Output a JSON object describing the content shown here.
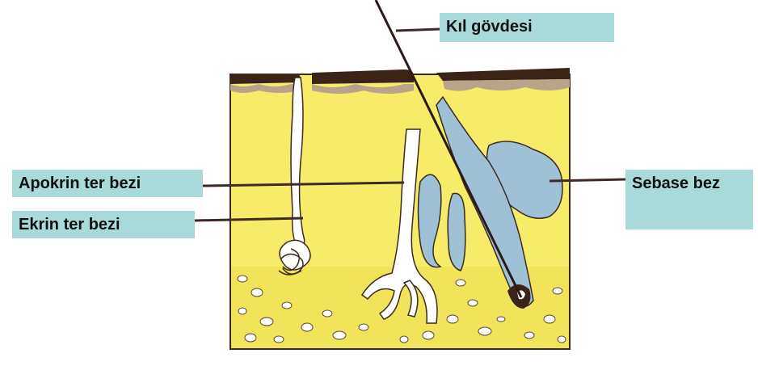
{
  "diagram": {
    "labels": {
      "hair_shaft": "Kıl gövdesi",
      "apocrine_gland": "Apokrin ter bezi",
      "eccrine_gland": "Ekrin ter bezi",
      "sebaceous_gland": "Sebase bez"
    },
    "colors": {
      "label_background": "#a9dada",
      "dermis": "#f7ec6a",
      "epidermis": "#3a2418",
      "gland": "#9fc1d6",
      "outline": "#3a2a20",
      "leader_line": "#3d2a26"
    }
  }
}
